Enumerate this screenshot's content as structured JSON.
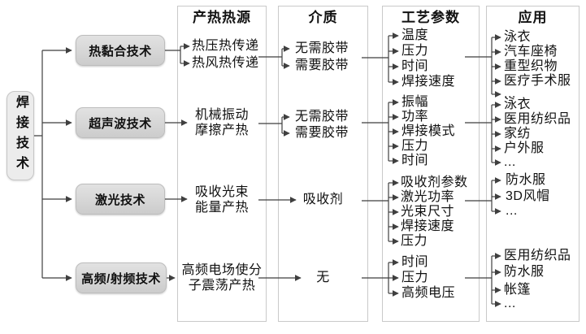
{
  "root": {
    "label": "焊接技术"
  },
  "columns": {
    "heat_source": "产热热源",
    "medium": "介质",
    "parameters": "工艺参数",
    "applications": "应用"
  },
  "rows": [
    {
      "technique": "热黏合技术",
      "heat_source": [
        "热压热传递",
        "热风热传递"
      ],
      "medium": [
        "无需胶带",
        "需要胶带"
      ],
      "parameters": [
        "温度",
        "压力",
        "时间",
        "焊接速度"
      ],
      "applications": [
        "泳衣",
        "汽车座椅",
        "重型织物",
        "医疗手术服",
        "..."
      ]
    },
    {
      "technique": "超声波技术",
      "heat_source": [
        "机械振动",
        "摩擦产热"
      ],
      "medium": [
        "无需胶带",
        "需要胶带"
      ],
      "parameters": [
        "振幅",
        "功率",
        "焊接模式",
        "压力",
        "时间"
      ],
      "applications": [
        "泳衣",
        "医用纺织品",
        "家纺",
        "户外服",
        "..."
      ]
    },
    {
      "technique": "激光技术",
      "heat_source": [
        "吸收光束",
        "能量产热"
      ],
      "medium": [
        "吸收剂"
      ],
      "parameters": [
        "吸收剂参数",
        "激光功率",
        "光束尺寸",
        "焊接速度",
        "压力"
      ],
      "applications": [
        "防水服",
        "3D风帽",
        "..."
      ]
    },
    {
      "technique": "高频/射频技术",
      "heat_source": [
        "高频电场使分",
        "子震荡产热"
      ],
      "medium": [
        "无"
      ],
      "parameters": [
        "时间",
        "压力",
        "高频电压"
      ],
      "applications": [
        "医用纺织品",
        "防水服",
        "帐篷",
        "..."
      ]
    }
  ],
  "colors": {
    "node_fill": "#d6d6d6",
    "node_border": "#bdbdbd",
    "panel_border": "#c9c9c9",
    "line": "#3f3f3f",
    "text": "#111111",
    "background": "#ffffff"
  }
}
